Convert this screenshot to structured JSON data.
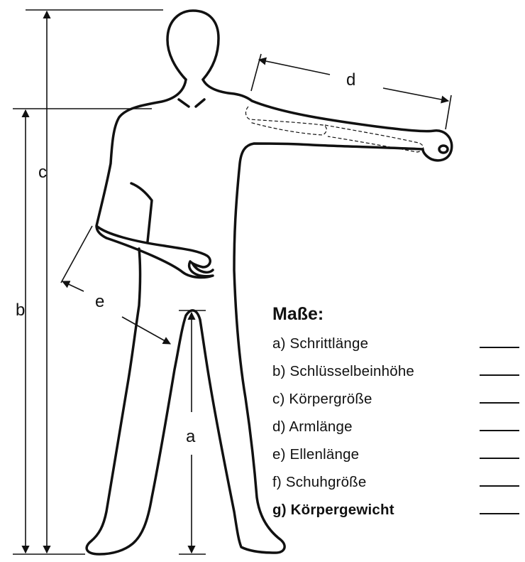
{
  "measure_labels": {
    "a": "a",
    "b": "b",
    "c": "c",
    "d": "d",
    "e": "e"
  },
  "legend": {
    "title": "Maße:",
    "items": [
      {
        "text": "a) Schrittlänge"
      },
      {
        "text": "b) Schlüsselbeinhöhe"
      },
      {
        "text": "c) Körpergröße"
      },
      {
        "text": "d) Armlänge"
      },
      {
        "text": "e) Ellenlänge"
      },
      {
        "text": "f) Schuhgröße"
      },
      {
        "text": "g) Körpergewicht"
      }
    ]
  },
  "colors": {
    "ink": "#111111",
    "background": "#ffffff"
  }
}
